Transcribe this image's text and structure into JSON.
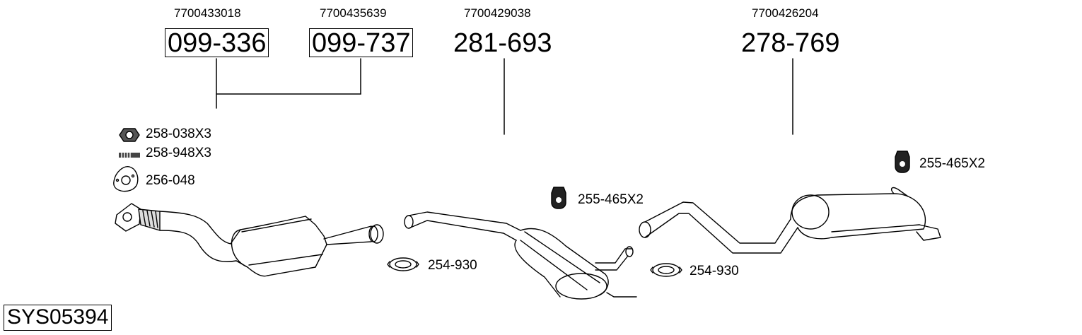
{
  "parts": {
    "p1": {
      "oem": "7700433018",
      "number": "099-336"
    },
    "p2": {
      "oem": "7700435639",
      "number": "099-737"
    },
    "p3": {
      "oem": "7700429038",
      "number": "281-693"
    },
    "p4": {
      "oem": "7700426204",
      "number": "278-769"
    }
  },
  "accessories": {
    "nut": "258-038X3",
    "bolt": "258-948X3",
    "gasket": "256-048",
    "clamp1": "254-930",
    "hanger1": "255-465X2",
    "clamp2": "254-930",
    "hanger2": "255-465X2"
  },
  "system_id": "SYS05394"
}
